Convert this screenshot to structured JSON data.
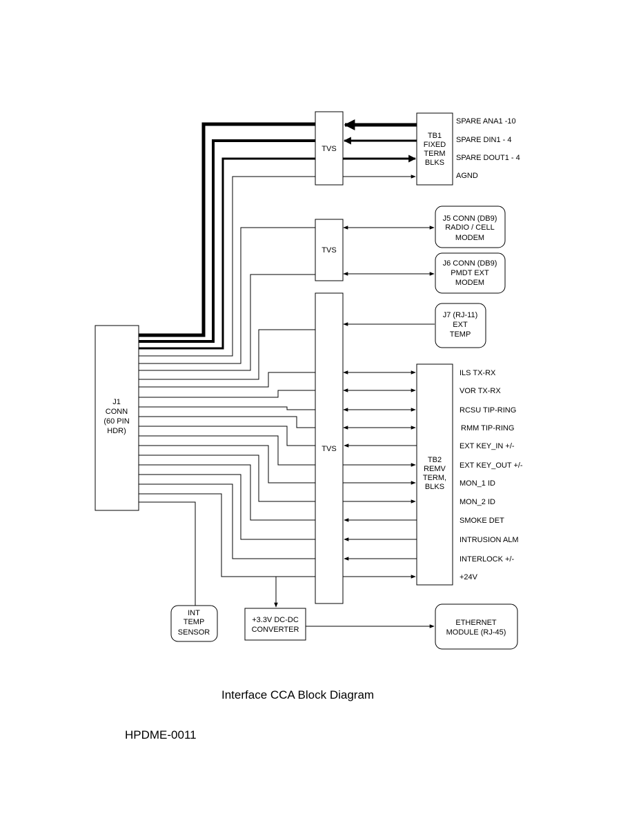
{
  "blocks": {
    "tvs_top": [
      "TVS"
    ],
    "tvs_mid": [
      "TVS"
    ],
    "tvs_main": [
      "TVS"
    ],
    "tb1": [
      "TB1",
      "FIXED",
      "TERM",
      "BLKS"
    ],
    "tb2": [
      "TB2",
      "REMV",
      "TERM,",
      "BLKS"
    ],
    "j1": [
      "J1",
      "CONN",
      "(60 PIN",
      "HDR)"
    ],
    "j5": [
      "J5 CONN (DB9)",
      "RADIO / CELL",
      "MODEM"
    ],
    "j6": [
      "J6 CONN (DB9)",
      "PMDT EXT",
      "MODEM"
    ],
    "j7": [
      "J7 (RJ-11)",
      "EXT",
      "TEMP"
    ],
    "int_temp": [
      "INT",
      "TEMP",
      "SENSOR"
    ],
    "converter": [
      "+3.3V DC-DC",
      "CONVERTER"
    ],
    "ethernet": [
      "ETHERNET",
      "MODULE (RJ-45)"
    ]
  },
  "tb1_signals": [
    "SPARE ANA1 -10",
    "SPARE DIN1 - 4",
    "SPARE DOUT1 - 4",
    "AGND"
  ],
  "tb2_signals": [
    "ILS TX-RX",
    "VOR TX-RX",
    "RCSU TIP-RING",
    "RMM TIP-RING",
    "EXT KEY_IN +/-",
    "EXT KEY_OUT +/-",
    "MON_1 ID",
    "MON_2 ID",
    "SMOKE DET",
    "INTRUSION ALM",
    "INTERLOCK +/-",
    "+24V"
  ],
  "caption": "Interface CCA Block Diagram",
  "doc_id": "HPDME-0011"
}
